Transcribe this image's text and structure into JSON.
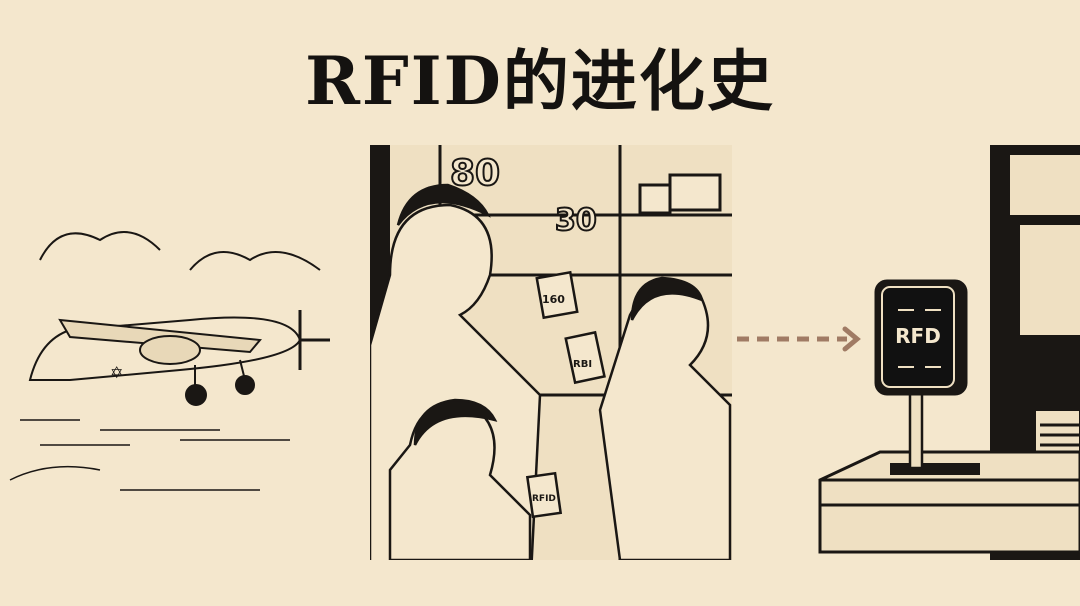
{
  "title": "RFID的进化史",
  "illustrations": {
    "airplane": {
      "icon": "airplane-icon"
    },
    "workers_scene": {
      "shelf_labels": [
        "80",
        "30"
      ],
      "tag_labels": [
        "160",
        "RBI",
        "RFID"
      ]
    },
    "reader": {
      "label": "RFD"
    }
  },
  "colors": {
    "background": "#f4e7cd",
    "ink": "#141210",
    "arrow": "#a07b64"
  }
}
